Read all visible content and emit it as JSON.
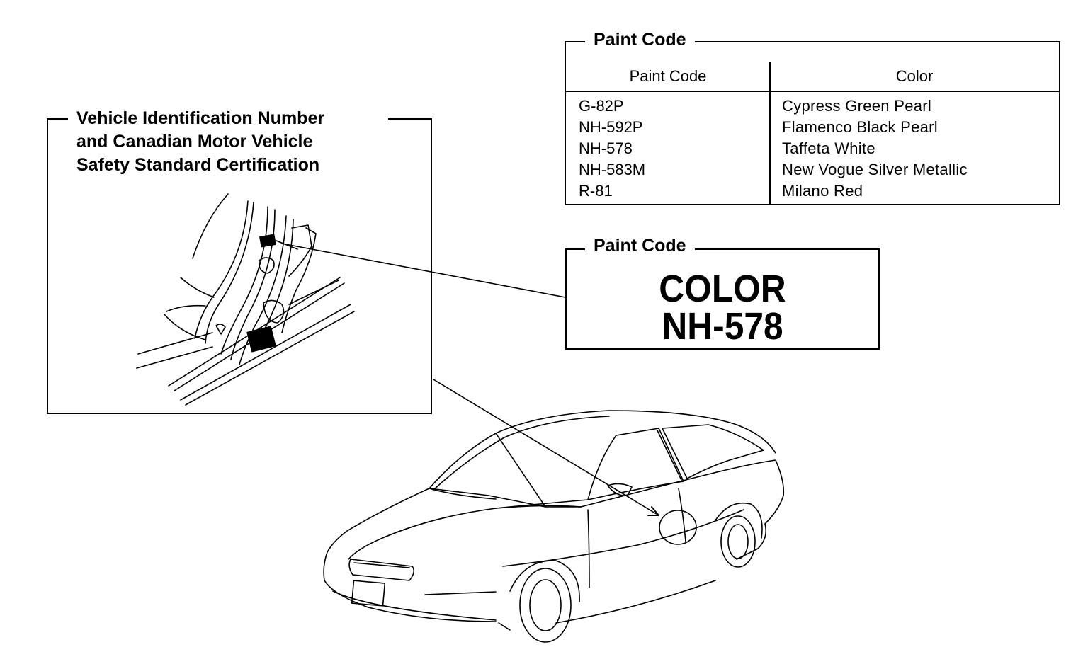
{
  "vin_box": {
    "title_lines": [
      "Vehicle Identification Number",
      "and Canadian Motor Vehicle",
      "Safety Standard Certification"
    ]
  },
  "paint_table": {
    "title": "Paint Code",
    "headers": {
      "code": "Paint Code",
      "color": "Color"
    },
    "rows": [
      {
        "code": "G-82P",
        "color": "Cypress Green Pearl"
      },
      {
        "code": "NH-592P",
        "color": "Flamenco Black Pearl"
      },
      {
        "code": "NH-578",
        "color": "Taffeta White"
      },
      {
        "code": "NH-583M",
        "color": "New Vogue Silver Metallic"
      },
      {
        "code": "R-81",
        "color": "Milano Red"
      }
    ]
  },
  "paint_label": {
    "title": "Paint Code",
    "line1": "COLOR",
    "line2": "NH-578"
  },
  "icons": [
    "door-jamb-illustration",
    "car-illustration",
    "label-marker-icon"
  ],
  "colors": {
    "ink": "#000000",
    "paper": "#ffffff"
  }
}
